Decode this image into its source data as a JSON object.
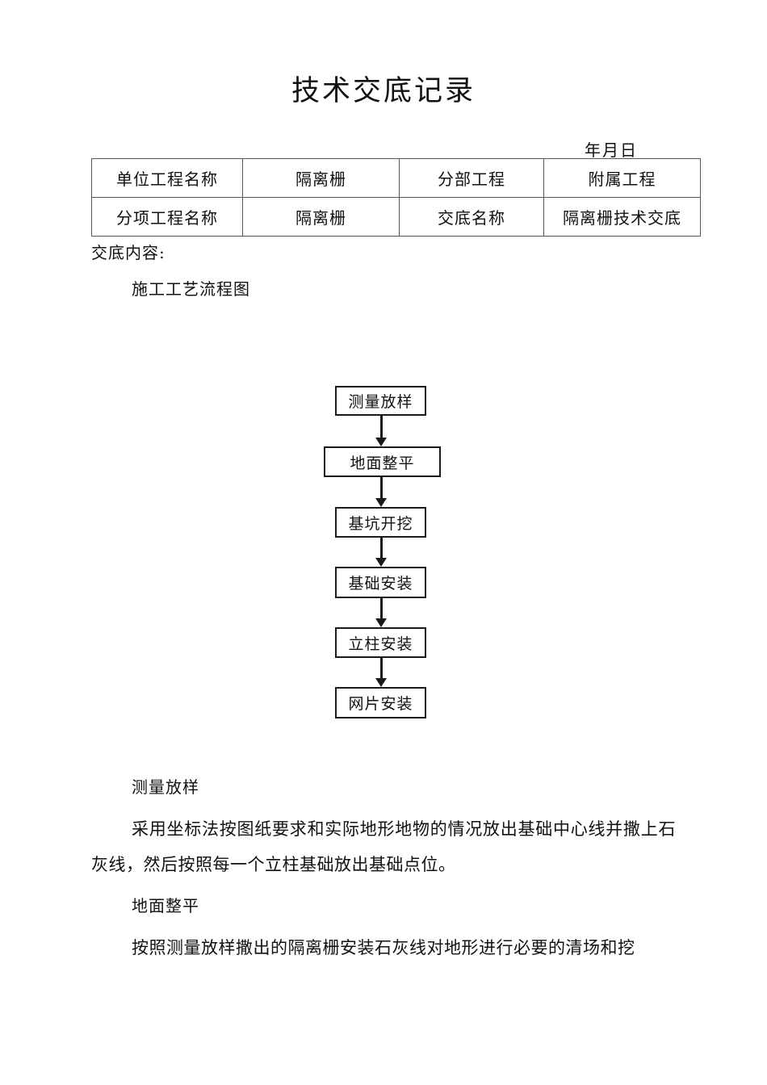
{
  "document": {
    "title": "技术交底记录",
    "date_line": "年月日"
  },
  "info_table": {
    "rows": [
      {
        "label_1": "单位工程名称",
        "value_1": "隔离栅",
        "label_2": "分部工程",
        "value_2": "附属工程"
      },
      {
        "label_1": "分项工程名称",
        "value_1": "隔离栅",
        "label_2": "交底名称",
        "value_2": "隔离栅技术交底"
      }
    ]
  },
  "content": {
    "content_heading": "交底内容:",
    "flow_heading": "施工工艺流程图",
    "sections": [
      {
        "heading": "测量放样",
        "body": "采用坐标法按图纸要求和实际地形地物的情况放出基础中心线并撒上石灰线，然后按照每一个立柱基础放出基础点位。"
      },
      {
        "heading": "地面整平",
        "body": "按照测量放样撒出的隔离栅安装石灰线对地形进行必要的清场和挖"
      }
    ]
  },
  "flowchart": {
    "type": "process-flow",
    "direction": "top-to-bottom",
    "steps": [
      "测量放样",
      "地面整平",
      "基坑开挖",
      "基础安装",
      "立柱安装",
      "网片安装"
    ]
  }
}
